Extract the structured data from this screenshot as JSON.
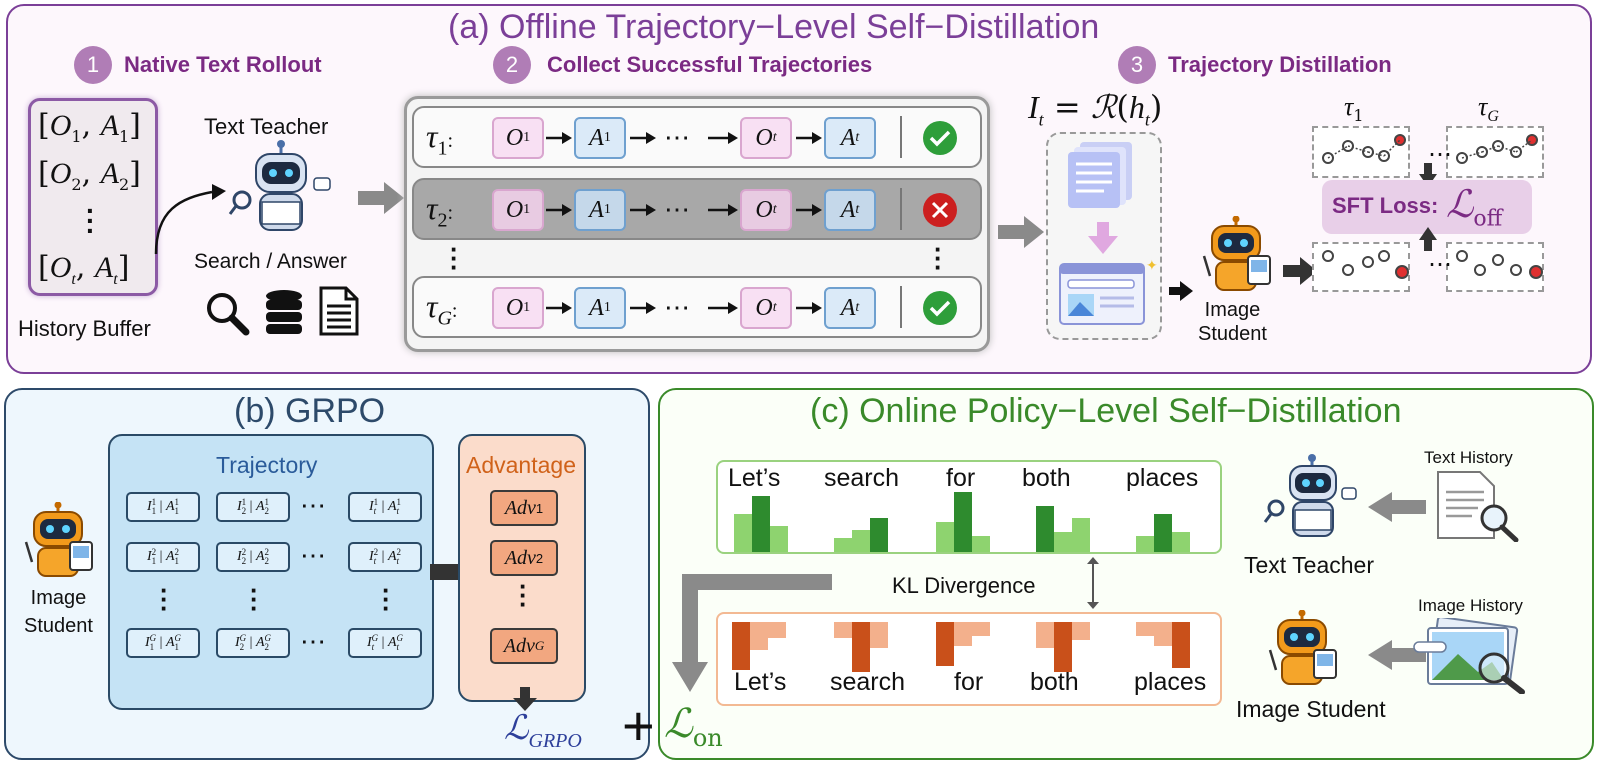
{
  "panel_a": {
    "title": "(a) Offline Trajectory−Level Self−Distillation",
    "steps": [
      {
        "num": "1",
        "label": "Native Text Rollout"
      },
      {
        "num": "2",
        "label": "Collect Successful Trajectories"
      },
      {
        "num": "3",
        "label": "Trajectory Distillation"
      }
    ],
    "history_buffer": {
      "items": [
        "[O1, A1]",
        "[O2, A2]",
        "[Ot, At]"
      ],
      "label": "History Buffer"
    },
    "text_teacher_label": "Text Teacher",
    "search_answer_label": "Search / Answer",
    "trajectories": [
      {
        "name": "τ1",
        "status": "success"
      },
      {
        "name": "τ2",
        "status": "fail"
      },
      {
        "name": "τG",
        "status": "success"
      }
    ],
    "render_formula": "It = R(ht)",
    "image_student_label": "Image\nStudent",
    "tau_labels": [
      "τ1",
      "τG"
    ],
    "sft_loss": "SFT Loss:",
    "loss_off": "L_off"
  },
  "panel_b": {
    "title": "(b) GRPO",
    "trajectory_label": "Trajectory",
    "advantage_label": "Advantage",
    "image_student_label": "Image\nStudent",
    "loss": "L_GRPO"
  },
  "panel_c": {
    "title": "(c) Online Policy−Level Self−Distillation",
    "words": [
      "Let’s",
      "search",
      "for",
      "both",
      "places"
    ],
    "kl_label": "KL Divergence",
    "text_history_label": "Text History",
    "image_history_label": "Image History",
    "text_teacher_label": "Text Teacher",
    "image_student_label": "Image Student",
    "loss": "L_on"
  },
  "plus": "+",
  "ellipsis": "⋯",
  "colors": {
    "purple": "#7b3f98",
    "navy": "#2d4a6a",
    "green": "#3a8a2a",
    "teacher_bar_dark": "#2e8b2e",
    "teacher_bar_light": "#8ed36f",
    "student_bar_dark": "#c9501a",
    "student_bar_light": "#f3b08c",
    "check": "#2e9e3a",
    "cross": "#cc1f1f"
  }
}
